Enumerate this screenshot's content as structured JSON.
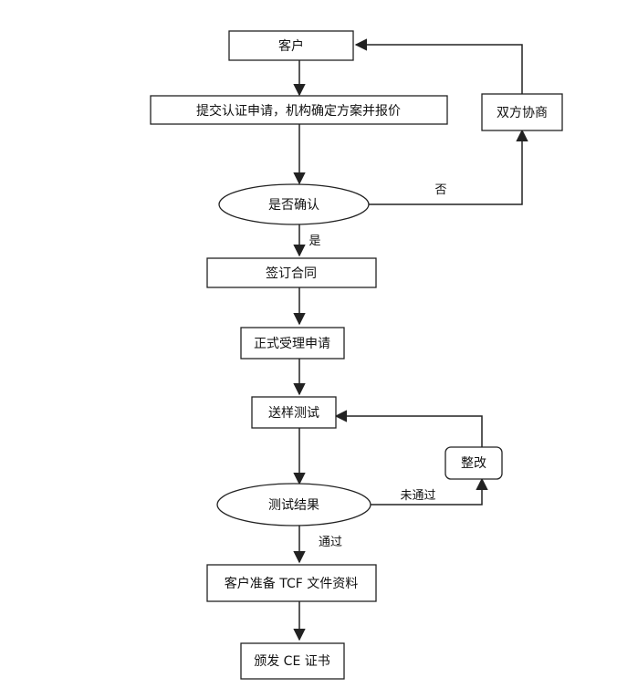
{
  "nodes": {
    "customer": "客户",
    "submit": "提交认证申请，机构确定方案并报价",
    "negotiate": "双方协商",
    "confirm": "是否确认",
    "contract": "签订合同",
    "accept": "正式受理申请",
    "test": "送样测试",
    "rectify": "整改",
    "result": "测试结果",
    "prepare": "客户准备 TCF 文件资料",
    "issue": "颁发 CE 证书"
  },
  "edges": {
    "no": "否",
    "yes": "是",
    "failed": "未通过",
    "passed": "通过"
  }
}
